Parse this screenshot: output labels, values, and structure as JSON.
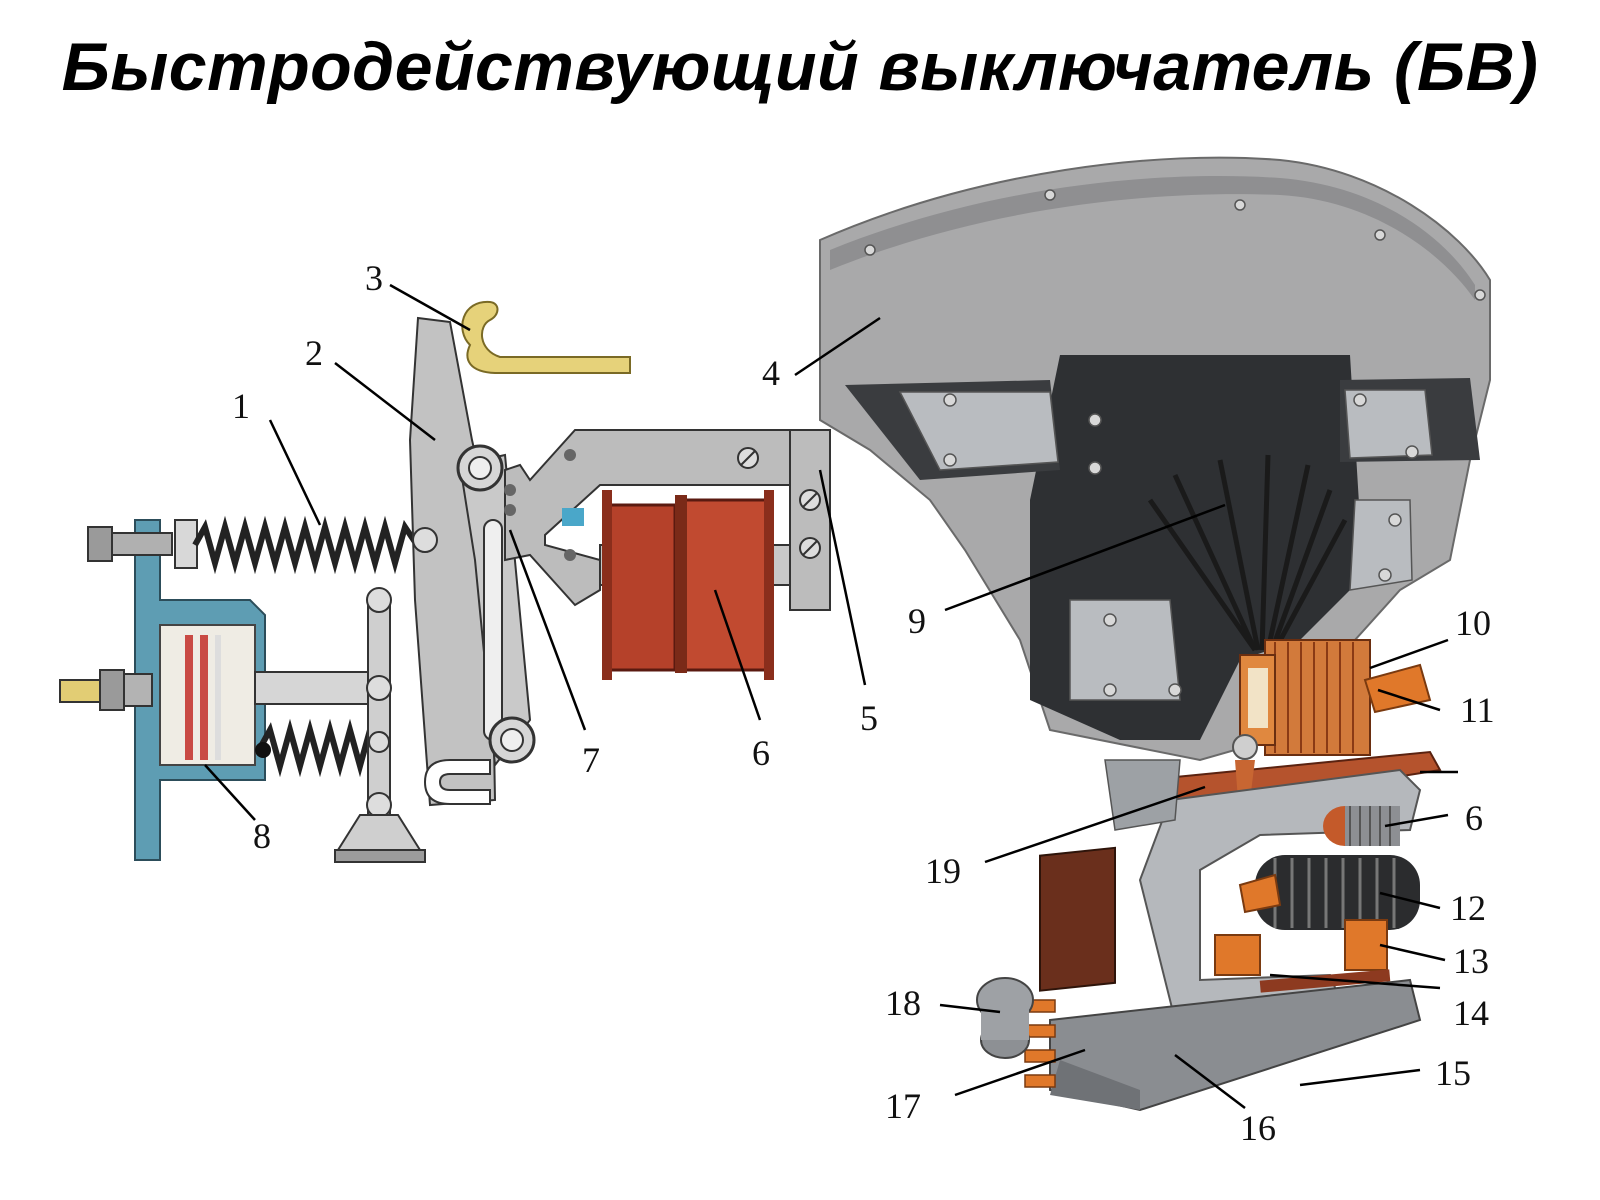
{
  "title": "Быстродействующий выключатель (БВ)",
  "colors": {
    "gray_part": "#b9b9b9",
    "blue_frame": "#5e9db3",
    "coil_copper": "#b5412a",
    "contact_brass": "#e6d27a",
    "dark_panel": "#2e3033",
    "orange_terminal": "#e0782a"
  },
  "left_labels": [
    "1",
    "2",
    "3",
    "7",
    "6",
    "5",
    "8"
  ],
  "right_labels": [
    "4",
    "9",
    "10",
    "11",
    "6",
    "19",
    "12",
    "13",
    "14",
    "15",
    "16",
    "17",
    "18"
  ]
}
